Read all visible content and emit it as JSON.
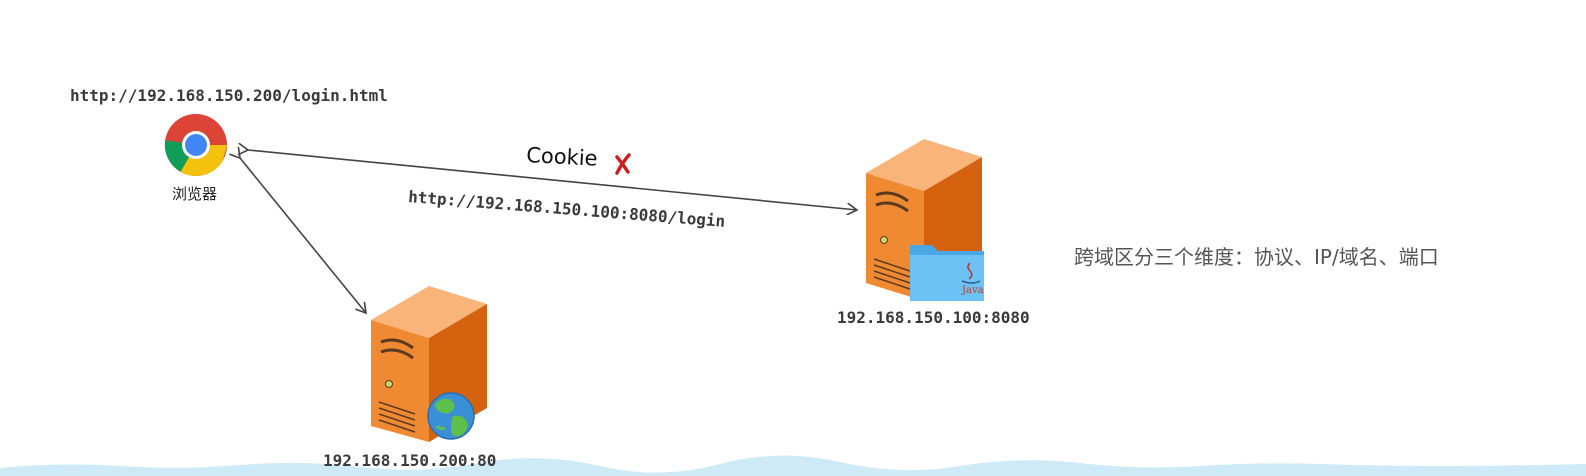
{
  "browser": {
    "url": "http://192.168.150.200/login.html",
    "label": "浏览器"
  },
  "request": {
    "url": "http://192.168.150.100:8080/login",
    "cookie_label": "Cookie",
    "cookie_status_icon": "red-x-icon"
  },
  "servers": {
    "java_server": {
      "address": "192.168.150.100:8080",
      "badge": "java-folder-icon",
      "badge_text": "Java"
    },
    "web_server": {
      "address": "192.168.150.200:80",
      "badge": "globe-icon"
    }
  },
  "note": "跨域区分三个维度：协议、IP/域名、端口",
  "colors": {
    "server_orange": "#e8781f",
    "folder_blue": "#5fb8f0",
    "cross_red": "#cc1f1f",
    "arrow": "#444444",
    "bottom_wave": "#cfeaf7"
  }
}
